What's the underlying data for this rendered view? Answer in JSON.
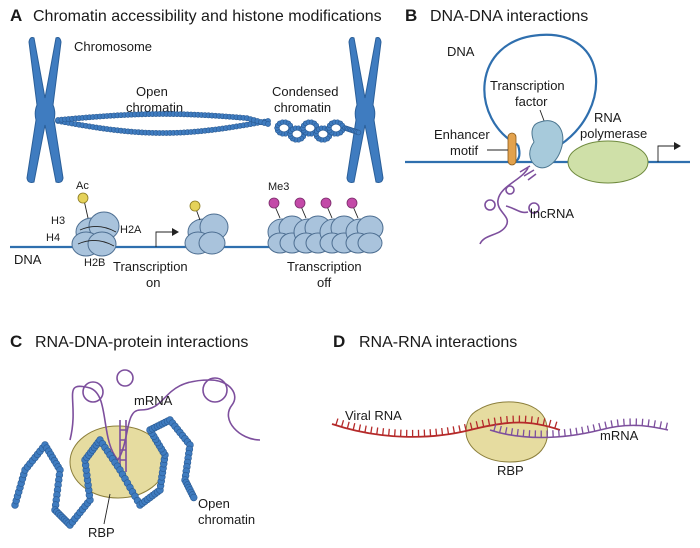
{
  "panels": {
    "a": {
      "letter": "A",
      "title": "Chromatin accessibility and histone modifications",
      "labels": {
        "chromosome": "Chromosome",
        "open_chromatin_1": "Open",
        "open_chromatin_2": "chromatin",
        "condensed_chromatin_1": "Condensed",
        "condensed_chromatin_2": "chromatin",
        "ac": "Ac",
        "me3": "Me3",
        "h3": "H3",
        "h4": "H4",
        "h2a": "H2A",
        "h2b": "H2B",
        "dna": "DNA",
        "transcription_on_1": "Transcription",
        "transcription_on_2": "on",
        "transcription_off_1": "Transcription",
        "transcription_off_2": "off"
      }
    },
    "b": {
      "letter": "B",
      "title": "DNA-DNA interactions",
      "labels": {
        "dna": "DNA",
        "transcription_factor_1": "Transcription",
        "transcription_factor_2": "factor",
        "rna_polymerase_1": "RNA",
        "rna_polymerase_2": "polymerase",
        "enhancer_motif_1": "Enhancer",
        "enhancer_motif_2": "motif",
        "lncrna": "lncRNA"
      }
    },
    "c": {
      "letter": "C",
      "title": "RNA-DNA-protein interactions",
      "labels": {
        "mrna": "mRNA",
        "open_chromatin_1": "Open",
        "open_chromatin_2": "chromatin",
        "rbp": "RBP"
      }
    },
    "d": {
      "letter": "D",
      "title": "RNA-RNA interactions",
      "labels": {
        "viral_rna": "Viral RNA",
        "mrna": "mRNA",
        "rbp": "RBP"
      }
    }
  },
  "colors": {
    "chromatin_blue": "#3f7cc0",
    "histone": "#a9c3dc",
    "acetyl": "#e5d25a",
    "methyl": "#c34aa8",
    "rna_purple": "#7d4f9d",
    "viral_red": "#b52a2a",
    "protein_tan": "#e6dca0",
    "polymerase_green": "#cfe0a8",
    "tf_blue": "#a7cadb",
    "enhancer_orange": "#e3a24d"
  }
}
